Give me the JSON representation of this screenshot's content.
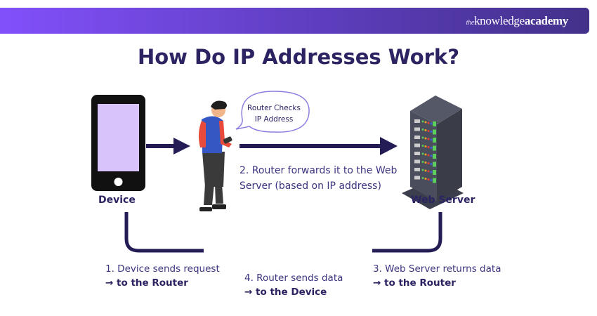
{
  "brand": {
    "logo_prefix": "the",
    "logo_main": "knowledge",
    "logo_bold": "academy"
  },
  "title": "How Do IP Addresses Work?",
  "nodes": {
    "device": "Device",
    "server": "Web Server",
    "bubble_line1": "Router Checks",
    "bubble_line2": "IP Address"
  },
  "steps": {
    "step1_line1": "1. Device sends request",
    "step1_line2": "→ to the Router",
    "step2_line1": "2. Router forwards it to the Web",
    "step2_line2": "Server (based on IP address)",
    "step3_line1": "3. Web Server returns data",
    "step3_line2": "→ to the Router",
    "step4_line1": "4. Router sends data",
    "step4_line2": "→ to the Device"
  },
  "colors": {
    "navy": "#231c55",
    "accent": "#8250fb",
    "screen": "#d8c3fa"
  }
}
